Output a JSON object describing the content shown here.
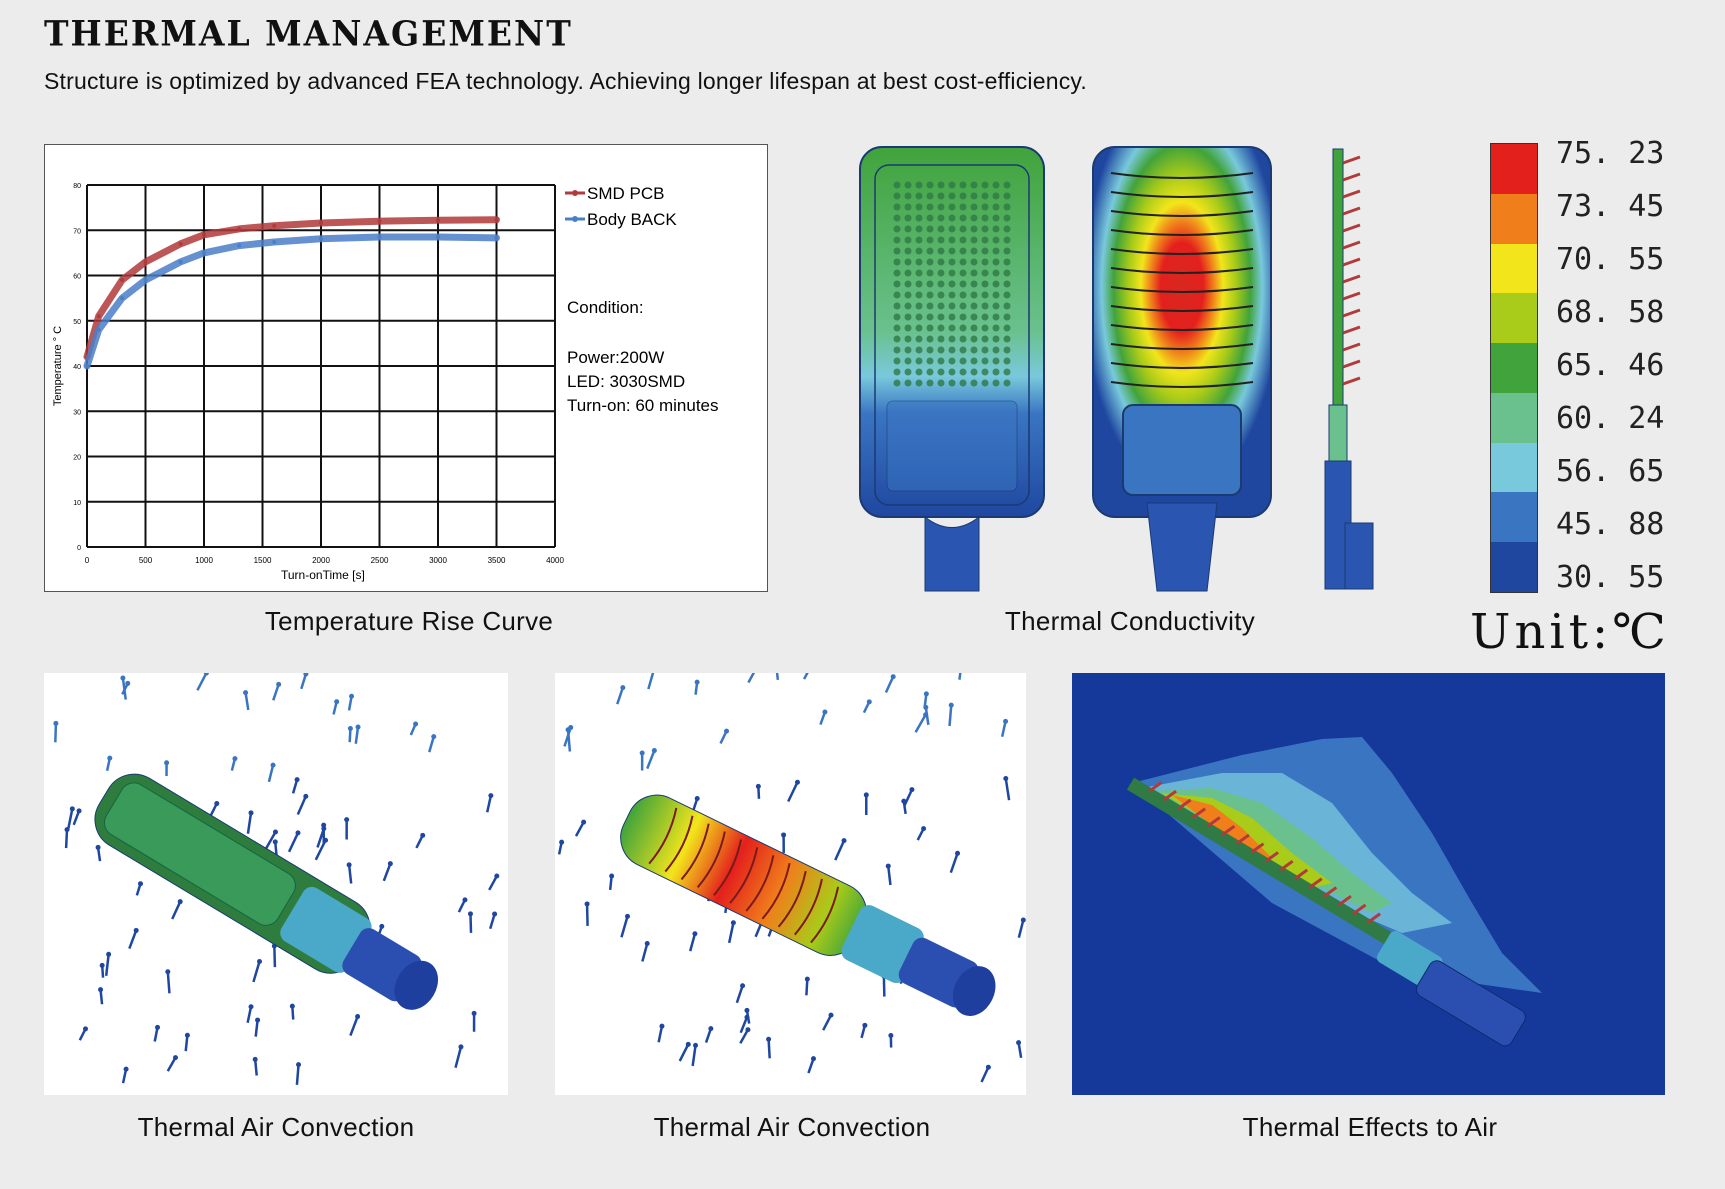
{
  "header": {
    "title": "THERMAL MANAGEMENT",
    "subtitle": "Structure is optimized by advanced FEA  technology.  Achieving longer lifespan at best cost-efficiency."
  },
  "captions": {
    "curve": "Temperature Rise Curve",
    "conductivity": "Thermal Conductivity",
    "convection1": "Thermal Air Convection",
    "convection2": "Thermal Air Convection",
    "effects": "Thermal Effects to Air"
  },
  "chart_data": {
    "type": "line",
    "xlabel": "Turn-onTime [s]",
    "ylabel": "Temperature ° C",
    "xlim": [
      0,
      4000
    ],
    "ylim": [
      0,
      80
    ],
    "x_ticks": [
      "0",
      "500",
      "1000",
      "1500",
      "2000",
      "2500",
      "3000",
      "3500",
      "4000"
    ],
    "y_ticks": [
      "0",
      "10",
      "20",
      "30",
      "40",
      "50",
      "60",
      "70",
      "80"
    ],
    "grid": true,
    "legend_position": "right",
    "series": [
      {
        "name": "SMD PCB",
        "color": "#b23a3a",
        "x": [
          0,
          100,
          300,
          500,
          800,
          1000,
          1300,
          1600,
          2000,
          2500,
          3000,
          3500
        ],
        "y": [
          42,
          51,
          59,
          63,
          67,
          69,
          70.3,
          71,
          71.6,
          72,
          72.2,
          72.3
        ]
      },
      {
        "name": "Body BACK",
        "color": "#4a7ec8",
        "x": [
          0,
          100,
          300,
          500,
          800,
          1000,
          1300,
          1600,
          2000,
          2500,
          3000,
          3500
        ],
        "y": [
          40,
          48,
          55,
          59,
          63,
          65,
          66.6,
          67.4,
          68.1,
          68.5,
          68.5,
          68.3
        ]
      }
    ],
    "annotations": [
      "Condition:",
      "Power:200W",
      "LED: 3030SMD",
      "Turn-on: 60 minutes"
    ]
  },
  "scale": {
    "values": [
      "75. 23",
      "73. 45",
      "70. 55",
      "68. 58",
      "65. 46",
      "60. 24",
      "56. 65",
      "45. 88",
      "30. 55"
    ],
    "colors": [
      "#e4201d",
      "#f07e1b",
      "#f2e51b",
      "#a9cb19",
      "#41a33b",
      "#6ac18e",
      "#79c9dc",
      "#3a75c2",
      "#1f47a0"
    ],
    "unit": "Unit:℃"
  },
  "icons": [
    "street-light-top-view",
    "street-light-bottom-view",
    "street-light-side-view",
    "airflow-arrow"
  ]
}
